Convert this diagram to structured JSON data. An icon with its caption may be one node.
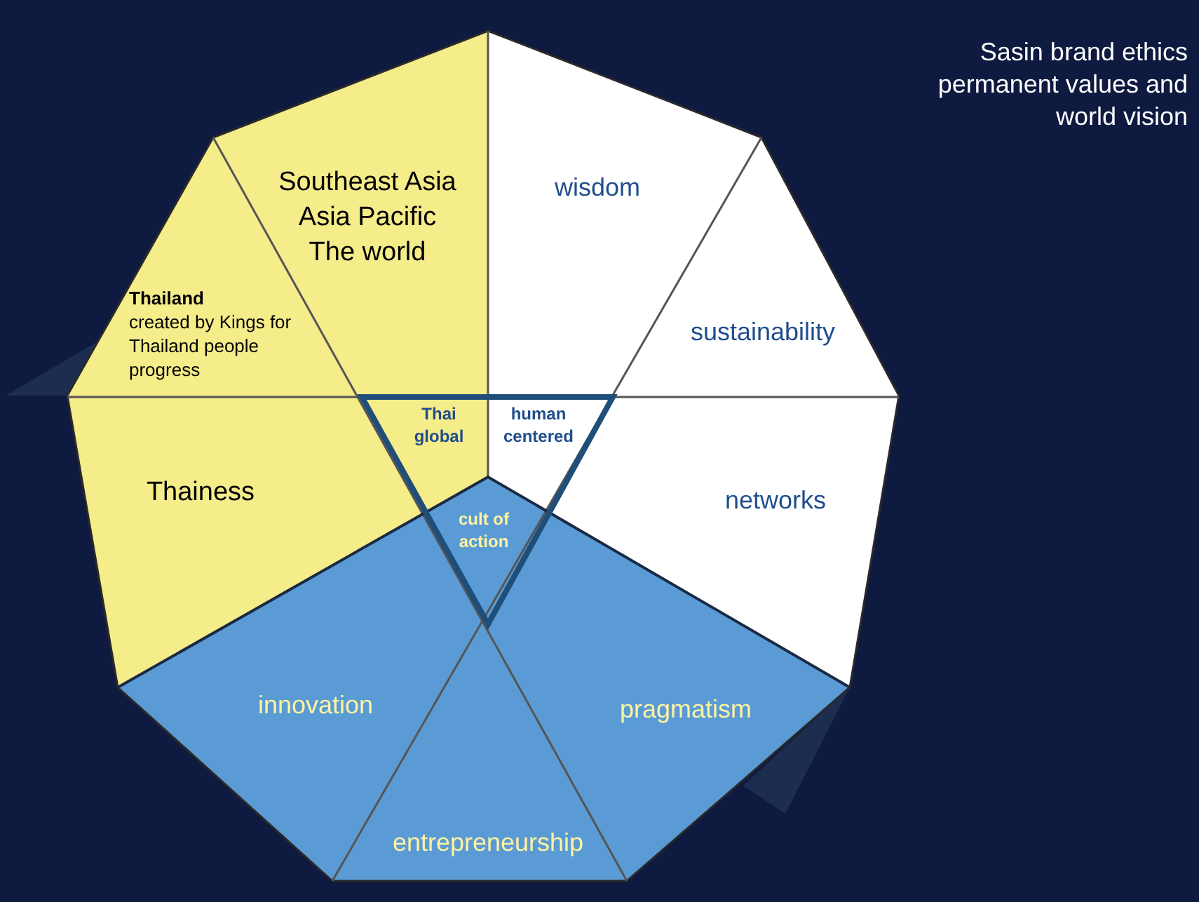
{
  "diagram": {
    "title": "Sasin brand ethics permanent values and world vision",
    "nodes": [
      {
        "text": [
          "Southeast Asia",
          "Asia Pacific",
          "The world"
        ]
      },
      {
        "text": [
          "wisdom"
        ]
      },
      {
        "text": [
          "Thailand",
          "created by Kings for Thailand people progress"
        ]
      },
      {
        "text": [
          "sustainability"
        ]
      },
      {
        "text": [
          "Thai global"
        ]
      },
      {
        "text": [
          "human centered"
        ]
      },
      {
        "text": [
          "Thainess"
        ]
      },
      {
        "text": [
          "networks"
        ]
      },
      {
        "text": [
          "cult of action"
        ]
      },
      {
        "text": [
          "innovation"
        ]
      },
      {
        "text": [
          "pragmatism"
        ]
      },
      {
        "text": [
          "entrepreneurship"
        ]
      }
    ]
  }
}
